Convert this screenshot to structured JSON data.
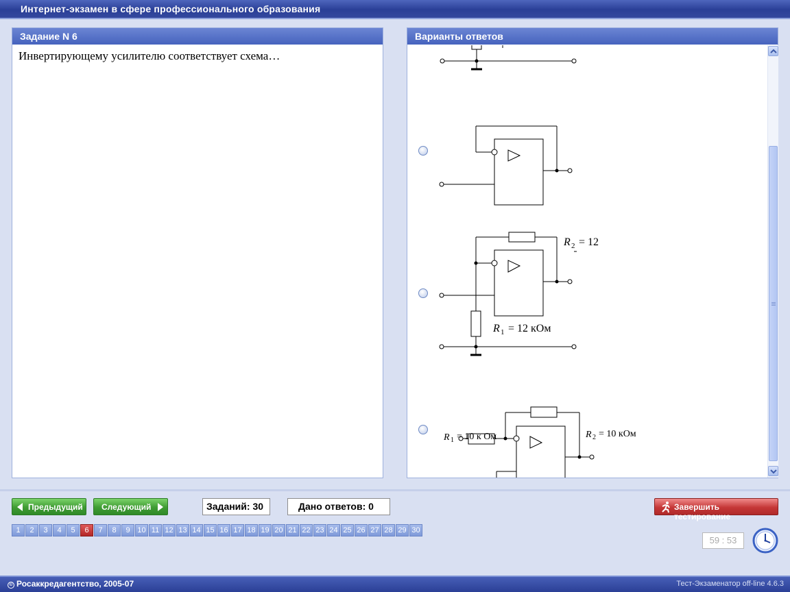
{
  "app": {
    "title": "Интернет-экзамен в сфере профессионального образования"
  },
  "task": {
    "header": "Задание N 6",
    "question": "Инвертирующему усилителю соответствует схема…"
  },
  "answers": {
    "header": "Варианты ответов",
    "option2": {
      "r2": "R",
      "r2_sub": "2",
      "r2_val": "= 12",
      "r1": "R",
      "r1_sub": "1",
      "r1_val": "= 12 кОм"
    },
    "option3": {
      "r1": "R",
      "r1_sub": "1",
      "r1_val": "= 10 к Ом",
      "r2": "R",
      "r2_sub": "2",
      "r2_val": "= 10 кОм"
    }
  },
  "nav": {
    "prev_label": "Предыдущий",
    "next_label": "Следующий",
    "tasks_label": "Заданий: 30",
    "answered_label": "Дано ответов: 0",
    "finish_label": "Завершить тестирование"
  },
  "pages": {
    "current": 6,
    "items": [
      "1",
      "2",
      "3",
      "4",
      "5",
      "6",
      "7",
      "8",
      "9",
      "10",
      "11",
      "12",
      "13",
      "14",
      "15",
      "16",
      "17",
      "18",
      "19",
      "20",
      "21",
      "22",
      "23",
      "24",
      "25",
      "26",
      "27",
      "28",
      "29",
      "30"
    ]
  },
  "timer": "59 : 53",
  "status": {
    "left": "Росаккредагентство, 2005-07",
    "right": "Тест-Экзаменатор off-line 4.6.3"
  },
  "colors": {
    "accent_blue": "#3450a8",
    "nav_green": "#3f9b33",
    "finish_red": "#c53737",
    "active_page": "#c53737"
  }
}
